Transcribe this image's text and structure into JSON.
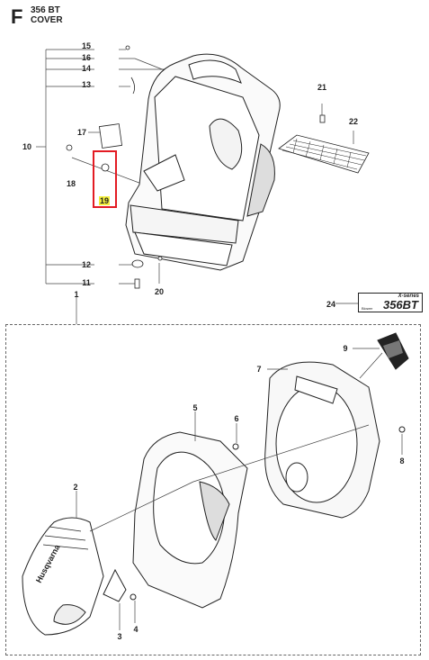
{
  "header": {
    "letter": "F",
    "model": "356 BT",
    "section": "COVER"
  },
  "callouts": {
    "c1": "1",
    "c2": "2",
    "c3": "3",
    "c4": "4",
    "c5": "5",
    "c6": "6",
    "c7": "7",
    "c8": "8",
    "c9": "9",
    "c10": "10",
    "c11": "11",
    "c12": "12",
    "c13": "13",
    "c14": "14",
    "c15": "15",
    "c16": "16",
    "c17": "17",
    "c18": "18",
    "c19": "19",
    "c20": "20",
    "c21": "21",
    "c22": "22",
    "c24": "24"
  },
  "badge": {
    "top": "X-series",
    "main": "356BT",
    "small": "Blower"
  },
  "logo_text": "Husqvarna",
  "colors": {
    "highlight_box": "#e31b23",
    "highlight_label": "#f3ef3b",
    "line": "#222222"
  }
}
